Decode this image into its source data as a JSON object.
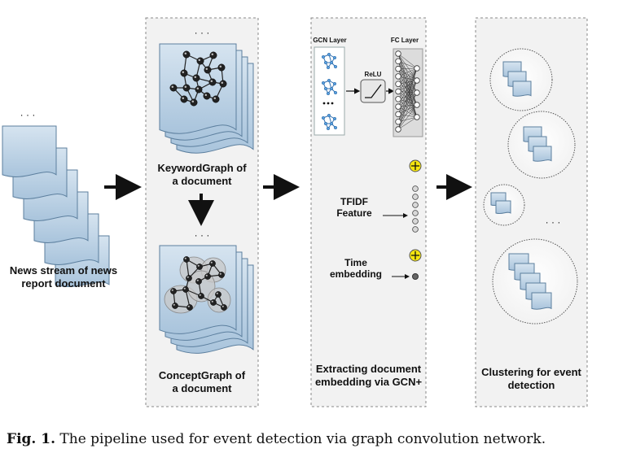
{
  "stage1": {
    "ellipsis": "· · ·",
    "label": "News stream of news report document"
  },
  "stage2": {
    "ellipsis_top": "· · ·",
    "keyword_label": "KeywordGraph of a document",
    "ellipsis_mid": "· · ·",
    "concept_label": "ConceptGraph of a document"
  },
  "stage3": {
    "gcn_layer": "GCN Layer",
    "fc_layer": "FC Layer",
    "relu": "ReLU",
    "tfidf_label": "TFIDF Feature",
    "time_label": "Time embedding",
    "label": "Extracting document embedding via GCN+"
  },
  "stage4": {
    "ellipsis": "· · ·",
    "label": "Clustering for event detection"
  },
  "caption": {
    "prefix": "Fig. 1.",
    "text": "The pipeline used for event detection via graph convolution network."
  },
  "colors": {
    "doc_fill": "#c5d9ea",
    "doc_stroke": "#5c7f9e",
    "node": "#222222",
    "panel_bg": "#f2f2f2",
    "plus": "#f5e50f"
  }
}
